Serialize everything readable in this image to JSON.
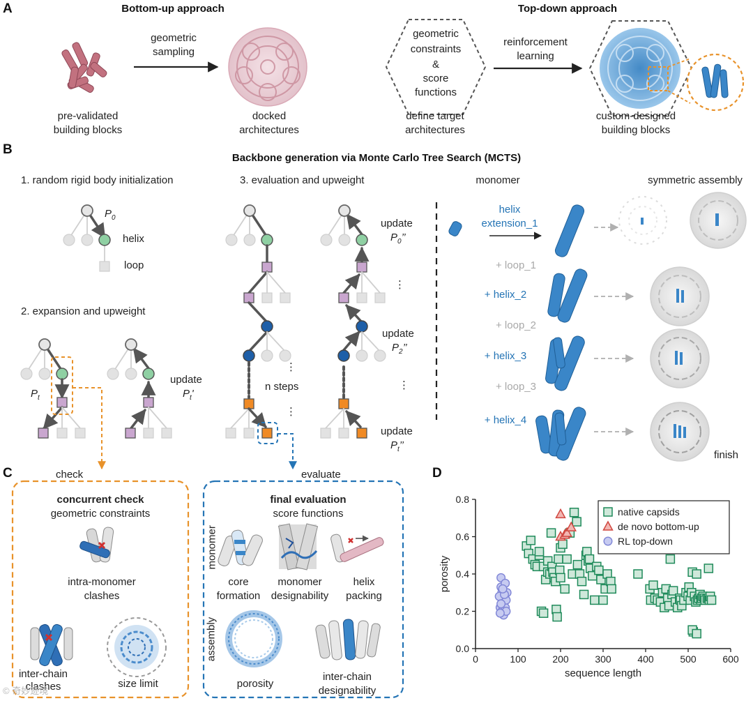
{
  "panel_labels": {
    "a": "A",
    "b": "B",
    "c": "C",
    "d": "D"
  },
  "panel_a": {
    "bottom_up_title": "Bottom-up approach",
    "top_down_title": "Top-down approach",
    "geometric_sampling": [
      "geometric",
      "sampling"
    ],
    "pre_validated": [
      "pre-validated",
      "building blocks"
    ],
    "docked": [
      "docked",
      "architectures"
    ],
    "hexagon_text": [
      "geometric",
      "constraints",
      "&",
      "score",
      "functions"
    ],
    "define_target": [
      "define target",
      "architectures"
    ],
    "reinforcement": [
      "reinforcement",
      "learning"
    ],
    "custom_designed": [
      "custom-designed",
      "building blocks"
    ]
  },
  "panel_b": {
    "title": "Backbone generation via Monte Carlo Tree Search (MCTS)",
    "step1": "1. random rigid body initialization",
    "step2": "2. expansion and upweight",
    "step3": "3. evaluation and upweight",
    "p0": "P",
    "p0_sub": "0",
    "helix": "helix",
    "loop": "loop",
    "pt": "P",
    "pt_sub": "t",
    "update": "update",
    "update_pt_prime": "P",
    "update_pt_prime_sub": "t",
    "update_pt_prime_suffix": "'",
    "update_p0": "P",
    "update_p0_sub": "0",
    "update_p0_suffix": "’’",
    "update_p2": "P",
    "update_p2_sub": "2",
    "update_p2_suffix": "’’",
    "update_pt2": "P",
    "update_pt2_sub": "t",
    "update_pt2_suffix": "’’",
    "n_steps": "n steps",
    "dots": "⋮",
    "monomer": "monomer",
    "symmetric_assembly": "symmetric assembly",
    "helix_extension": [
      "helix",
      "extension_1"
    ],
    "loop_1": "+ loop_1",
    "helix_2": "+ helix_2",
    "loop_2": "+ loop_2",
    "helix_3": "+ helix_3",
    "loop_3": "+ loop_3",
    "helix_4": "+ helix_4",
    "finish": "finish"
  },
  "panel_c": {
    "check": "check",
    "evaluate": "evaluate",
    "concurrent_title": "concurrent check",
    "concurrent_sub": "geometric constraints",
    "intra": [
      "intra-monomer",
      "clashes"
    ],
    "inter_chain_clashes": [
      "inter-chain",
      "clashes"
    ],
    "size_limit": "size limit",
    "final_title": "final evaluation",
    "final_sub": "score functions",
    "monomer_side": "monomer",
    "assembly_side": "assembly",
    "core": [
      "core",
      "formation"
    ],
    "monomer_design": [
      "monomer",
      "designability"
    ],
    "helix_packing": [
      "helix",
      "packing"
    ],
    "porosity": "porosity",
    "inter_chain_design": [
      "inter-chain",
      "designability"
    ]
  },
  "watermark": "© 奇妙迹境",
  "colors": {
    "blue": "#2474b5",
    "orange": "#e8922a",
    "green_node": "#8fd0a3",
    "purple_node": "#c9a6cf",
    "navy_node": "#1e5fa8",
    "orange_node": "#f08a24",
    "native": "#1f8a5a",
    "denovo": "#d0463f",
    "rl": "#7f85d6"
  },
  "chart_data": {
    "type": "scatter",
    "xlabel": "sequence length",
    "ylabel": "porosity",
    "xlim": [
      0,
      600
    ],
    "ylim": [
      0.0,
      0.8
    ],
    "xticks": [
      0,
      100,
      200,
      300,
      400,
      500,
      600
    ],
    "yticks": [
      0.0,
      0.2,
      0.4,
      0.6,
      0.8
    ],
    "xtick_labels": [
      "0",
      "100",
      "200",
      "300",
      "400",
      "500",
      "600"
    ],
    "ytick_labels": [
      "0.0",
      "0.2",
      "0.4",
      "0.6",
      "0.8"
    ],
    "legend_position": "top-right",
    "series": [
      {
        "name": "native capsids",
        "marker": "square",
        "points": [
          [
            120,
            0.55
          ],
          [
            125,
            0.51
          ],
          [
            130,
            0.58
          ],
          [
            135,
            0.48
          ],
          [
            140,
            0.45
          ],
          [
            145,
            0.44
          ],
          [
            150,
            0.5
          ],
          [
            150,
            0.52
          ],
          [
            155,
            0.2
          ],
          [
            160,
            0.19
          ],
          [
            160,
            0.44
          ],
          [
            165,
            0.37
          ],
          [
            170,
            0.47
          ],
          [
            170,
            0.41
          ],
          [
            175,
            0.4
          ],
          [
            178,
            0.62
          ],
          [
            180,
            0.44
          ],
          [
            182,
            0.41
          ],
          [
            185,
            0.38
          ],
          [
            188,
            0.36
          ],
          [
            190,
            0.21
          ],
          [
            192,
            0.17
          ],
          [
            195,
            0.48
          ],
          [
            198,
            0.42
          ],
          [
            200,
            0.38
          ],
          [
            200,
            0.54
          ],
          [
            205,
            0.56
          ],
          [
            210,
            0.32
          ],
          [
            215,
            0.48
          ],
          [
            222,
            0.62
          ],
          [
            228,
            0.4
          ],
          [
            232,
            0.73
          ],
          [
            238,
            0.68
          ],
          [
            240,
            0.45
          ],
          [
            245,
            0.4
          ],
          [
            250,
            0.36
          ],
          [
            255,
            0.29
          ],
          [
            260,
            0.5
          ],
          [
            262,
            0.52
          ],
          [
            265,
            0.47
          ],
          [
            268,
            0.48
          ],
          [
            270,
            0.43
          ],
          [
            275,
            0.39
          ],
          [
            280,
            0.26
          ],
          [
            285,
            0.44
          ],
          [
            290,
            0.42
          ],
          [
            295,
            0.37
          ],
          [
            300,
            0.26
          ],
          [
            305,
            0.32
          ],
          [
            310,
            0.4
          ],
          [
            318,
            0.36
          ],
          [
            320,
            0.32
          ],
          [
            382,
            0.4
          ],
          [
            410,
            0.32
          ],
          [
            412,
            0.26
          ],
          [
            418,
            0.34
          ],
          [
            422,
            0.27
          ],
          [
            428,
            0.26
          ],
          [
            435,
            0.25
          ],
          [
            440,
            0.3
          ],
          [
            444,
            0.22
          ],
          [
            448,
            0.32
          ],
          [
            452,
            0.27
          ],
          [
            455,
            0.23
          ],
          [
            458,
            0.48
          ],
          [
            462,
            0.29
          ],
          [
            465,
            0.31
          ],
          [
            470,
            0.25
          ],
          [
            475,
            0.22
          ],
          [
            480,
            0.27
          ],
          [
            482,
            0.26
          ],
          [
            485,
            0.23
          ],
          [
            490,
            0.26
          ],
          [
            495,
            0.3
          ],
          [
            500,
            0.28
          ],
          [
            502,
            0.33
          ],
          [
            505,
            0.26
          ],
          [
            508,
            0.3
          ],
          [
            510,
            0.41
          ],
          [
            512,
            0.09
          ],
          [
            515,
            0.28
          ],
          [
            518,
            0.25
          ],
          [
            520,
            0.4
          ],
          [
            522,
            0.26
          ],
          [
            525,
            0.27
          ],
          [
            528,
            0.29
          ],
          [
            530,
            0.26
          ],
          [
            532,
            0.27
          ],
          [
            535,
            0.28
          ],
          [
            538,
            0.27
          ],
          [
            540,
            0.26
          ],
          [
            545,
            0.27
          ],
          [
            548,
            0.27
          ],
          [
            550,
            0.26
          ],
          [
            552,
            0.28
          ],
          [
            555,
            0.26
          ],
          [
            510,
            0.1
          ],
          [
            520,
            0.08
          ],
          [
            548,
            0.43
          ]
        ]
      },
      {
        "name": "de novo bottom-up",
        "marker": "triangle",
        "points": [
          [
            200,
            0.72
          ],
          [
            200,
            0.6
          ],
          [
            210,
            0.61
          ],
          [
            215,
            0.62
          ],
          [
            225,
            0.65
          ]
        ]
      },
      {
        "name": "RL top-down",
        "marker": "circle",
        "points": [
          [
            60,
            0.38
          ],
          [
            60,
            0.33
          ],
          [
            62,
            0.3
          ],
          [
            64,
            0.27
          ],
          [
            66,
            0.25
          ],
          [
            58,
            0.22
          ],
          [
            62,
            0.2
          ],
          [
            66,
            0.18
          ],
          [
            70,
            0.22
          ],
          [
            72,
            0.26
          ],
          [
            74,
            0.3
          ],
          [
            70,
            0.35
          ],
          [
            56,
            0.28
          ],
          [
            60,
            0.24
          ],
          [
            68,
            0.29
          ],
          [
            64,
            0.32
          ],
          [
            72,
            0.2
          ],
          [
            58,
            0.19
          ]
        ]
      }
    ]
  }
}
